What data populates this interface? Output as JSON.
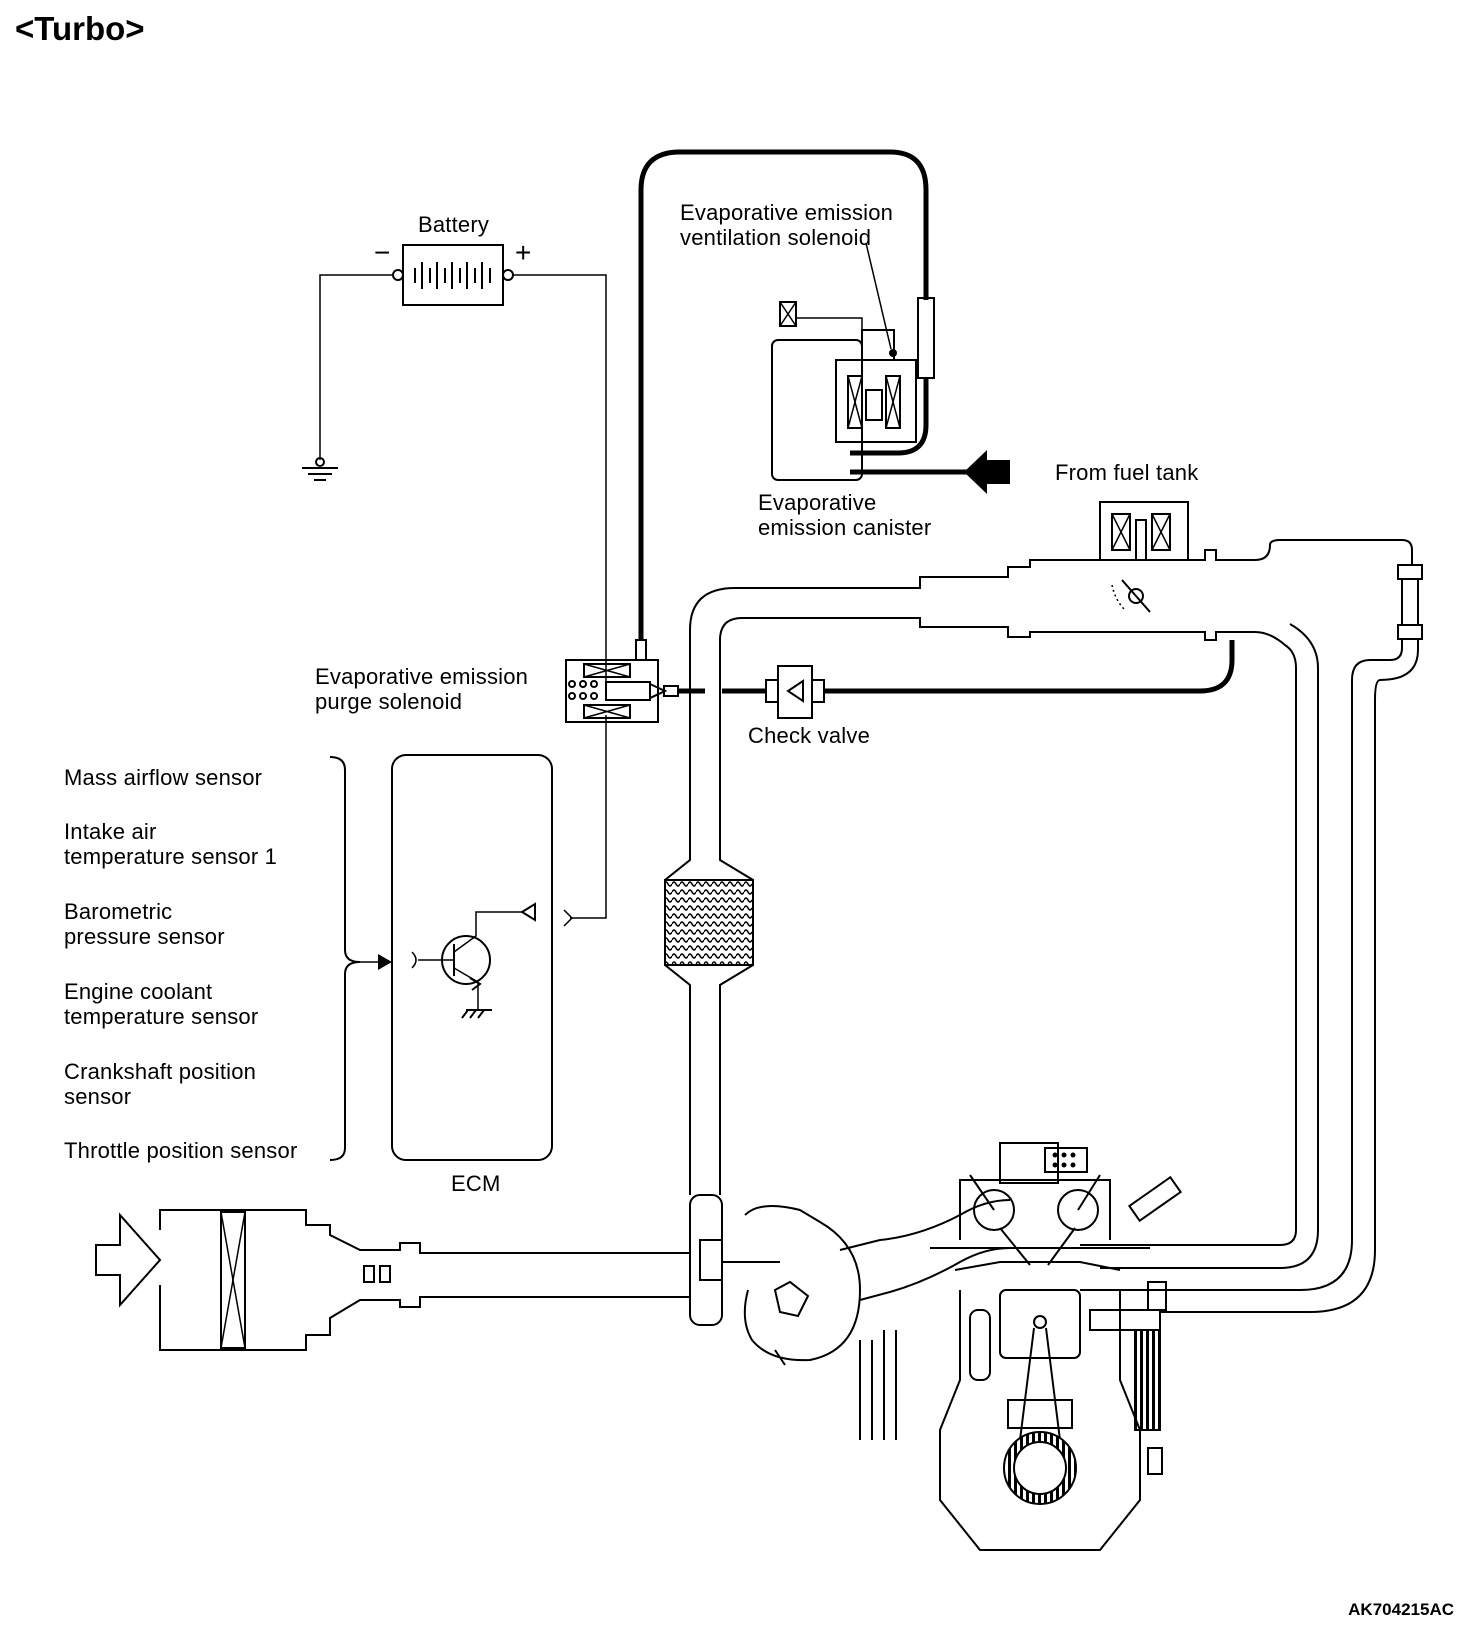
{
  "title": "<Turbo>",
  "figure_code": "AK704215AC",
  "labels": {
    "battery": "Battery",
    "battery_minus": "−",
    "battery_plus": "+",
    "vent_solenoid": "Evaporative emission\nventilation solenoid",
    "from_fuel_tank": "From fuel tank",
    "canister": "Evaporative\nemission canister",
    "purge_solenoid": "Evaporative emission\npurge solenoid",
    "check_valve": "Check valve",
    "ecm": "ECM"
  },
  "sensors": [
    "Mass airflow sensor",
    "Intake air\ntemperature sensor 1",
    "Barometric\npressure sensor",
    "Engine coolant\ntemperature sensor",
    "Crankshaft position\nsensor",
    "Throttle position sensor"
  ]
}
